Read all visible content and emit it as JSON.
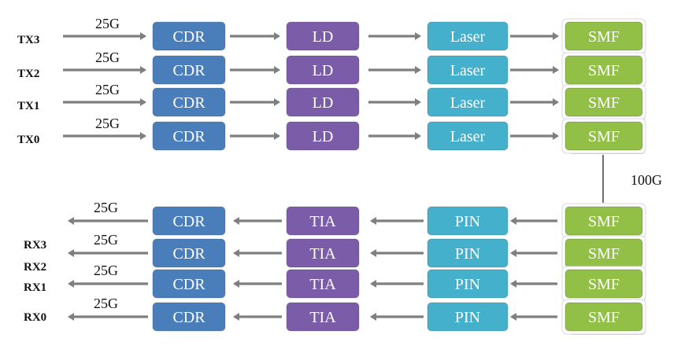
{
  "colors": {
    "cdr": "#4a7ebb",
    "ld": "#7a5ca8",
    "tia": "#7a5ca8",
    "laser": "#45b0cc",
    "pin": "#45b0cc",
    "smf": "#92bf46",
    "arrow": "#7f7f7f",
    "shadow": "#c8c8c8",
    "block_edge": "#ffffff"
  },
  "transmit": {
    "lanes": [
      {
        "label": "TX3",
        "rate": "25G",
        "cdr": "CDR",
        "ld": "LD",
        "laser": "Laser",
        "smf": "SMF"
      },
      {
        "label": "TX2",
        "rate": "25G",
        "cdr": "CDR",
        "ld": "LD",
        "laser": "Laser",
        "smf": "SMF"
      },
      {
        "label": "TX1",
        "rate": "25G",
        "cdr": "CDR",
        "ld": "LD",
        "laser": "Laser",
        "smf": "SMF"
      },
      {
        "label": "TX0",
        "rate": "25G",
        "cdr": "CDR",
        "ld": "LD",
        "laser": "Laser",
        "smf": "SMF"
      }
    ]
  },
  "link": {
    "rate": "100G"
  },
  "receive": {
    "lanes": [
      {
        "label": "RX3",
        "rate": "25G",
        "cdr": "CDR",
        "tia": "TIA",
        "pin": "PIN",
        "smf": "SMF"
      },
      {
        "label": "RX2",
        "rate": "25G",
        "cdr": "CDR",
        "tia": "TIA",
        "pin": "PIN",
        "smf": "SMF"
      },
      {
        "label": "RX1",
        "rate": "25G",
        "cdr": "CDR",
        "tia": "TIA",
        "pin": "PIN",
        "smf": "SMF"
      },
      {
        "label": "RX0",
        "rate": "25G",
        "cdr": "CDR",
        "tia": "TIA",
        "pin": "PIN",
        "smf": "SMF"
      }
    ]
  }
}
